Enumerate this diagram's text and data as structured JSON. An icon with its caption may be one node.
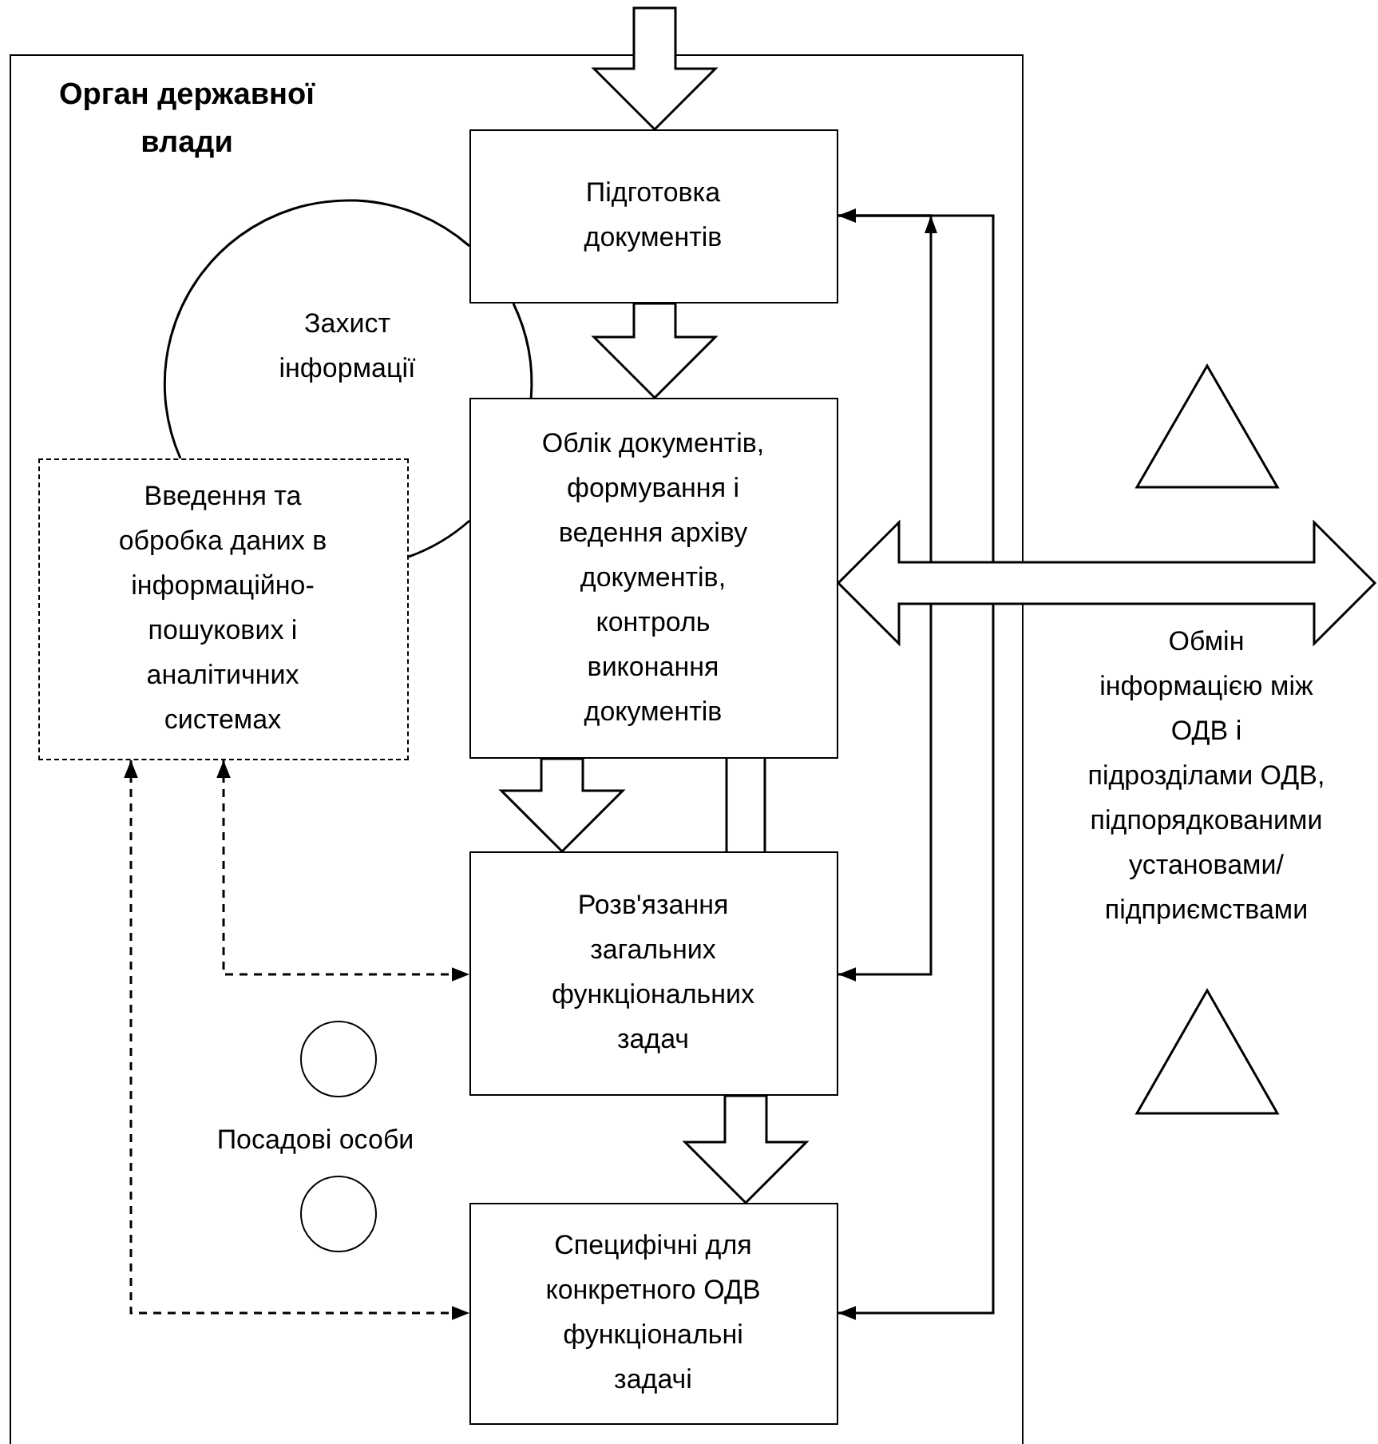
{
  "diagram": {
    "nodes": [
      {
        "text": [
          "Орган державної влади"
        ]
      },
      {
        "text": [
          "Підготовка документів"
        ],
        "in": 0
      },
      {
        "text": [
          "Захист інформації"
        ],
        "in": 0
      },
      {
        "text": [
          "Введення та обробка даних в інформаційно-пошукових і аналітичних системах"
        ],
        "in": 0
      },
      {
        "text": [
          "Облік документів, формування і ведення архіву документів, контроль виконання документів"
        ],
        "in": 0
      },
      {
        "text": [
          "Розв'язання загальних функціональних задач"
        ],
        "in": 0
      },
      {
        "text": [],
        "shape": "circle",
        "in": 0
      },
      {
        "text": [],
        "shape": "circle",
        "in": 0
      },
      {
        "text": [
          "Специфічні для конкретного ОДВ функціональні задачі"
        ],
        "in": 0
      },
      {
        "text": [],
        "shape": "triangle"
      },
      {
        "text": [],
        "shape": "triangle"
      }
    ],
    "edges": [
      {
        "from": null,
        "to": 1,
        "arrow": "to",
        "style": "thick"
      },
      {
        "from": 1,
        "to": 4,
        "arrow": "to",
        "style": "thick"
      },
      {
        "from": 4,
        "to": 5,
        "arrow": "to",
        "style": "thick"
      },
      {
        "from": 4,
        "to": 5,
        "arrow": "none"
      },
      {
        "from": 5,
        "to": 8,
        "arrow": "to",
        "style": "thick"
      },
      {
        "from": 4,
        "to": null,
        "arrow": "both",
        "style": "thick"
      },
      {
        "from": 5,
        "to": 1,
        "arrow": "both"
      },
      {
        "from": 8,
        "to": 1,
        "arrow": "both"
      },
      {
        "from": 3,
        "to": 5,
        "arrow": "both",
        "style": "dashed"
      },
      {
        "from": 3,
        "to": 8,
        "arrow": "both",
        "style": "dashed"
      }
    ],
    "labels": [
      "Посадові особи",
      "Обмін інформацією між ОДВ і підрозділами ОДВ, підпорядкованими установами/ підприємствами"
    ]
  }
}
